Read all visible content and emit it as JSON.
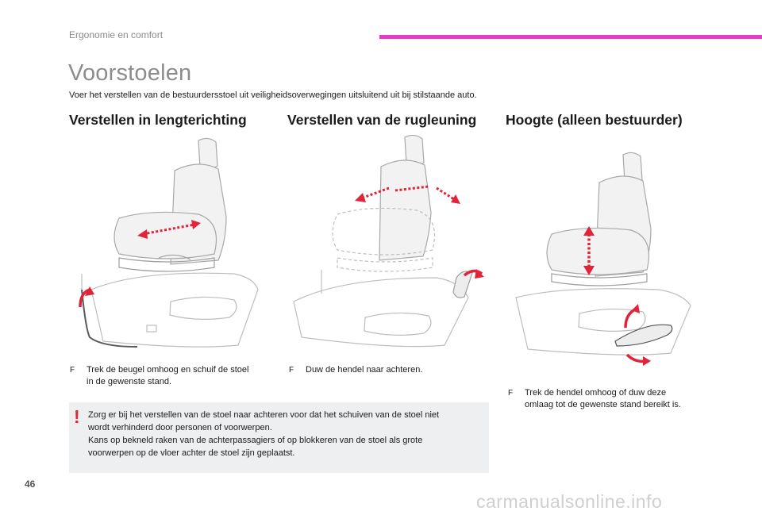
{
  "header": {
    "section_label": "Ergonomie en comfort",
    "accent_color": "#e73ac8"
  },
  "page": {
    "title": "Voorstoelen",
    "intro": "Voer het verstellen van de bestuurdersstoel uit veiligheidsoverwegingen uitsluitend uit bij stilstaande auto.",
    "page_number": "46"
  },
  "columns": [
    {
      "heading": "Verstellen in lengterichting",
      "step_marker": "F",
      "step_lines": [
        "Trek de beugel omhoog en schuif de stoel",
        "in de gewenste stand."
      ]
    },
    {
      "heading": "Verstellen van de rugleuning",
      "step_marker": "F",
      "step_lines": [
        "Duw de hendel naar achteren."
      ]
    },
    {
      "heading": "Hoogte (alleen bestuurder)",
      "step_marker": "F",
      "step_lines": [
        "Trek de hendel omhoog of duw deze",
        "omlaag tot de gewenste stand bereikt is."
      ]
    }
  ],
  "warning": {
    "icon": "!",
    "lines": [
      "Zorg er bij het verstellen van de stoel naar achteren voor dat het schuiven van de stoel niet",
      "wordt verhinderd door personen of voorwerpen.",
      "Kans op bekneld raken van de achterpassagiers of op blokkeren van de stoel als grote",
      "voorwerpen op de vloer achter de stoel zijn geplaatst."
    ],
    "icon_color": "#e0243a"
  },
  "footer": {
    "watermark": "carmanualsonline.info"
  }
}
